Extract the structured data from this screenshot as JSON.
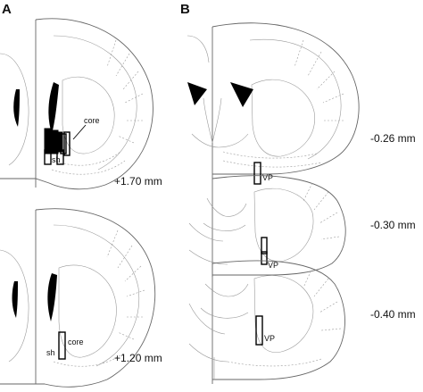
{
  "panels": {
    "a": {
      "letter": "A",
      "sections": [
        {
          "coordinate": "+1.70 mm",
          "labels": [
            "core",
            "sh"
          ]
        },
        {
          "coordinate": "+1.20 mm",
          "labels": [
            "core",
            "sh"
          ]
        }
      ]
    },
    "b": {
      "letter": "B",
      "sections": [
        {
          "coordinate": "-0.26 mm",
          "labels": [
            "VP"
          ]
        },
        {
          "coordinate": "-0.30 mm",
          "labels": [
            "VP"
          ]
        },
        {
          "coordinate": "-0.40 mm",
          "labels": [
            "VP"
          ]
        }
      ]
    }
  }
}
